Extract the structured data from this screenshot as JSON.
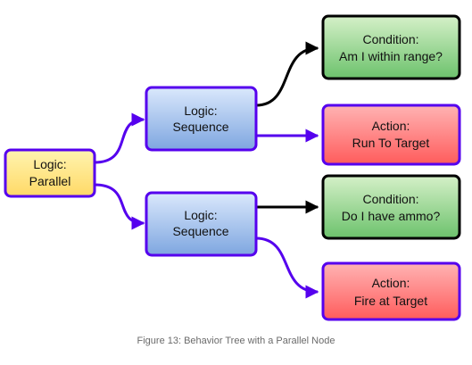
{
  "nodes": {
    "parallel": {
      "line1": "Logic:",
      "line2": "Parallel"
    },
    "sequence_top": {
      "line1": "Logic:",
      "line2": "Sequence"
    },
    "sequence_bottom": {
      "line1": "Logic:",
      "line2": "Sequence"
    },
    "condition_range": {
      "line1": "Condition:",
      "line2": "Am I within range?"
    },
    "action_run": {
      "line1": "Action:",
      "line2": "Run To Target"
    },
    "condition_ammo": {
      "line1": "Condition:",
      "line2": "Do I have ammo?"
    },
    "action_fire": {
      "line1": "Action:",
      "line2": "Fire at Target"
    }
  },
  "caption": "Figure 13: Behavior Tree with a Parallel Node",
  "colors": {
    "edge_purple": "#5500ee",
    "edge_black": "#000000",
    "logic_yellow_top": "#fff4b0",
    "logic_yellow_bottom": "#ffd966",
    "logic_blue_top": "#dae8fc",
    "logic_blue_bottom": "#7ea6e0",
    "condition_green_top": "#d5f0c8",
    "condition_green_bottom": "#6cc26c",
    "action_red_top": "#ffb3b3",
    "action_red_bottom": "#ff5c5c",
    "border_purple": "#5500ee",
    "border_black": "#000000"
  }
}
